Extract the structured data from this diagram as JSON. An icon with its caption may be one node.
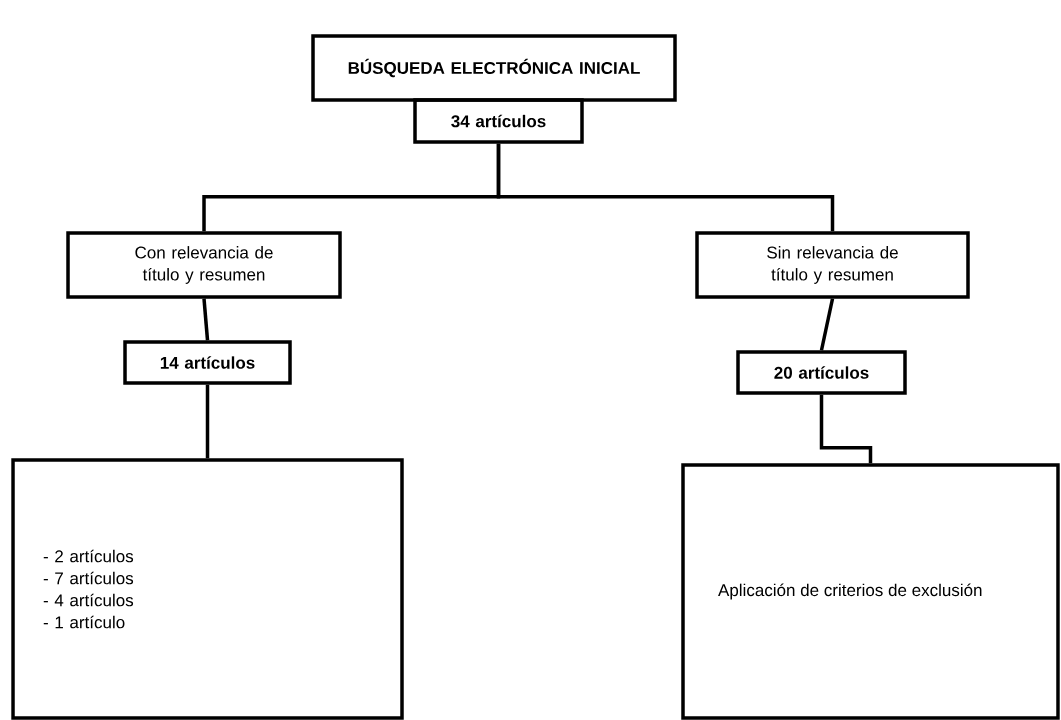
{
  "diagram": {
    "nodes": [
      {
        "text": [
          "**BÚSQUEDA ELECTRÓNICA INICIAL**"
        ]
      },
      {
        "text": [
          "**34 artículos**"
        ]
      },
      {
        "text": [
          "Con relevancia de título y resumen"
        ]
      },
      {
        "text": [
          "Sin relevancia de título y resumen"
        ]
      },
      {
        "text": [
          "**14 artículos**"
        ]
      },
      {
        "text": [
          "**20 artículos**"
        ]
      },
      {
        "text": [
          "- 2 artículos",
          "- 7 artículos",
          "- 4 artículos",
          "- 1 artículo"
        ]
      },
      {
        "text": [
          "Aplicación de criterios de exclusión"
        ]
      }
    ],
    "edges": [
      {
        "from": 1,
        "to": 2,
        "arrow": "none"
      },
      {
        "from": 1,
        "to": 3,
        "arrow": "none"
      },
      {
        "from": 2,
        "to": 4,
        "arrow": "none"
      },
      {
        "from": 3,
        "to": 5,
        "arrow": "none"
      },
      {
        "from": 4,
        "to": 6,
        "arrow": "none"
      },
      {
        "from": 5,
        "to": 7,
        "arrow": "none"
      }
    ]
  }
}
